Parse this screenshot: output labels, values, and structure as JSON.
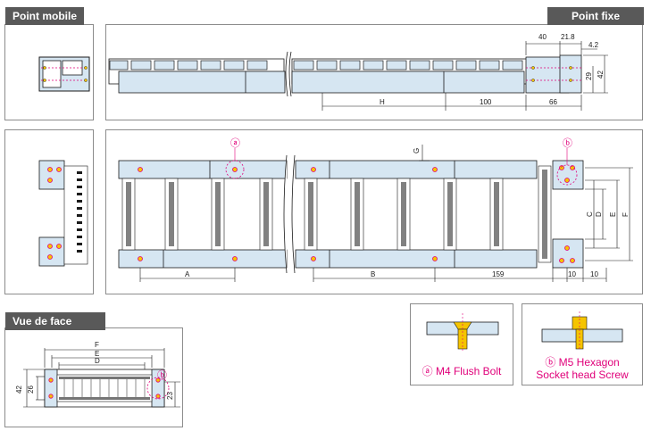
{
  "labels": {
    "point_mobile": "Point mobile",
    "point_fixe": "Point fixe",
    "vue_de_face": "Vue de face"
  },
  "dims": {
    "top": {
      "d40": "40",
      "d21_8": "21.8",
      "d4_2": "4.2",
      "d29": "29",
      "d42": "42",
      "H": "H",
      "d100": "100",
      "d66": "66"
    },
    "plan": {
      "A": "A",
      "B": "B",
      "d159": "159",
      "d10a": "10",
      "d10b": "10",
      "C": "C",
      "D": "D",
      "E": "E",
      "F": "F",
      "G": "G"
    },
    "front": {
      "F": "F",
      "E": "E",
      "D": "D",
      "d42": "42",
      "d26": "26",
      "d23": "23"
    }
  },
  "markers": {
    "a": "ⓐ",
    "b": "ⓑ"
  },
  "details": {
    "a_caption": "ⓐ M4 Flush Bolt",
    "b_caption_line1": "ⓑ M5 Hexagon",
    "b_caption_line2": "Socket head Screw"
  },
  "colors": {
    "part_fill": "#d6e6f2",
    "stroke": "#1a1a1a",
    "accent": "#e0007a",
    "bolt": "#f5c400",
    "tag_bg": "#595959"
  }
}
